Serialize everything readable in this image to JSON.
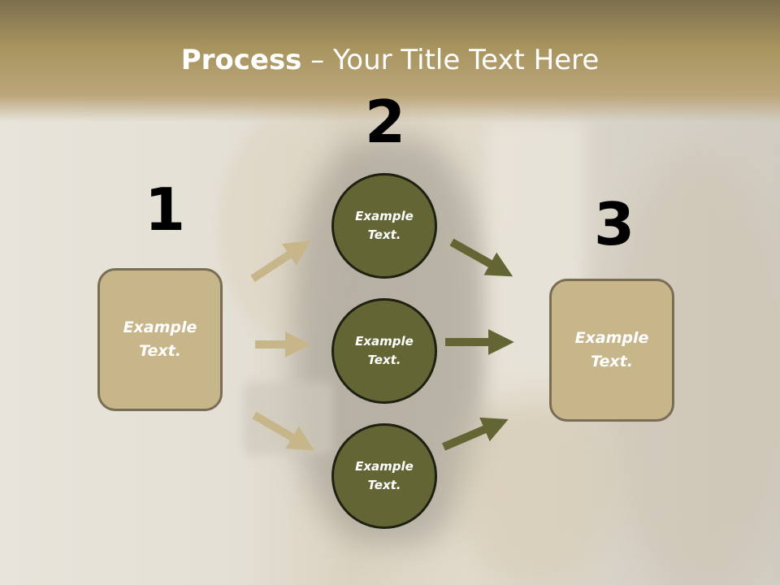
{
  "title": {
    "bold": "Process",
    "rest": " – Your Title Text Here"
  },
  "steps": [
    {
      "number": "1",
      "label": "Example\nText."
    },
    {
      "number": "2",
      "items": [
        {
          "label": "Example\nText."
        },
        {
          "label": "Example\nText."
        },
        {
          "label": "Example\nText."
        }
      ]
    },
    {
      "number": "3",
      "label": "Example\nText."
    }
  ],
  "colors": {
    "box_fill": "#c8b68b",
    "box_border": "#7a6d55",
    "circle_fill": "#636634",
    "arrow_light": "#c8b68b",
    "arrow_dark": "#636634"
  }
}
